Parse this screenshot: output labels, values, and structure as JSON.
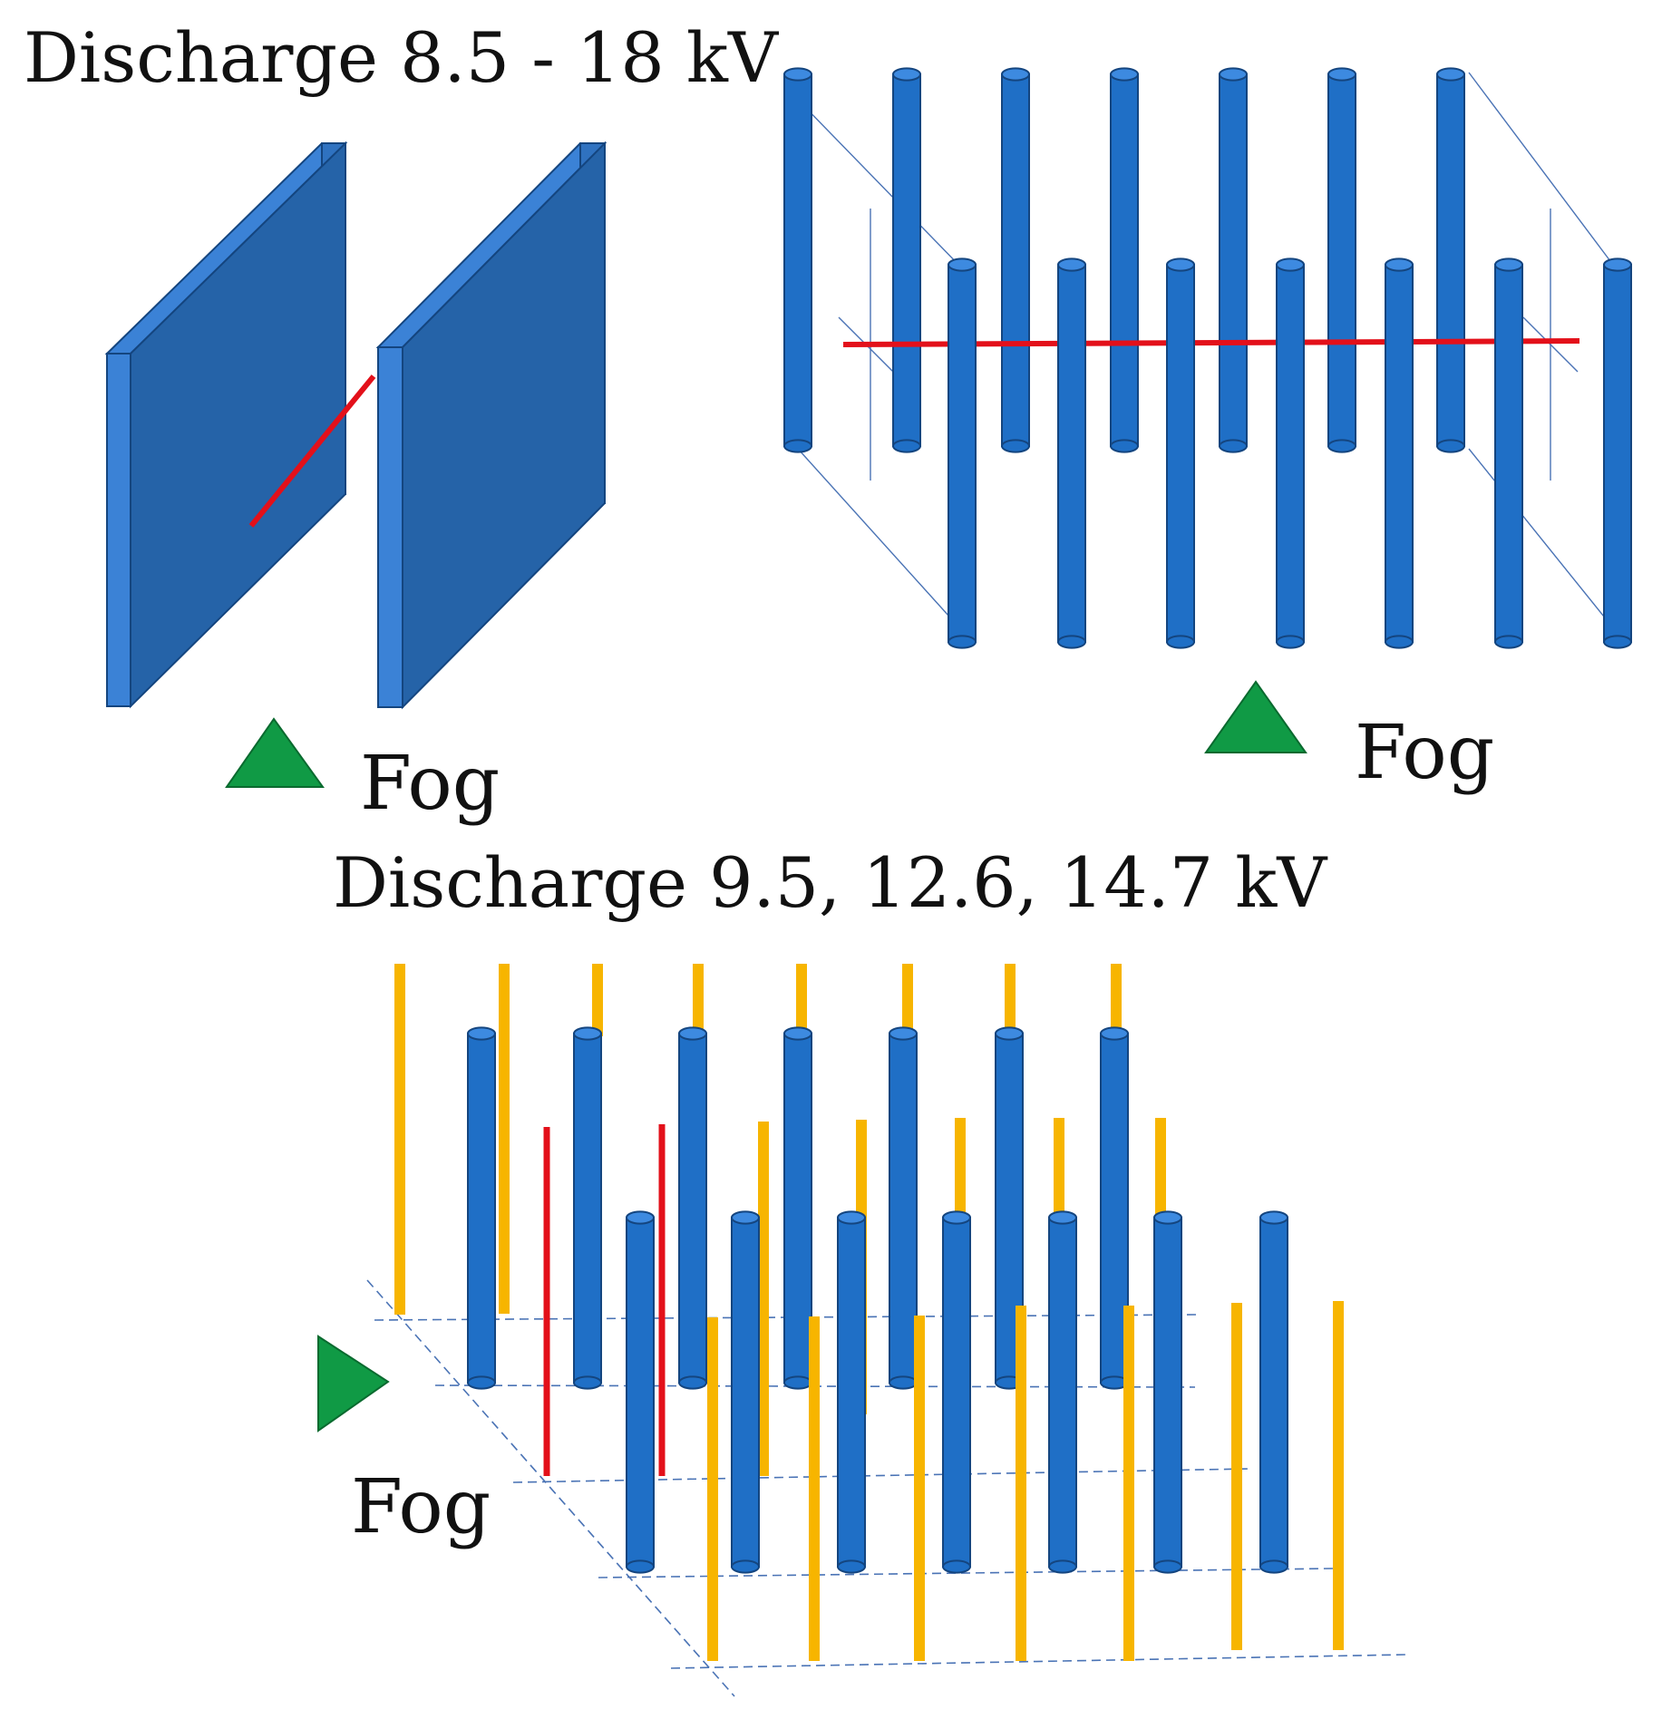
{
  "labels": {
    "top_title": "Discharge 8.5 - 18 kV",
    "bottom_title": "Discharge 9.5, 12.6, 14.7 kV",
    "fog_left": "Fog",
    "fog_right": "Fog",
    "fog_bottom": "Fog"
  },
  "colors": {
    "electrode_blue": "#1f6fc6",
    "electrode_dark": "#14457f",
    "plate_face": "#2563a8",
    "plate_edge": "#3b82d6",
    "discharge_red": "#e3101a",
    "collector_yellow": "#f7b500",
    "fog_marker_green": "#109a45",
    "guide_line": "#4a73b5"
  },
  "icons": {
    "fog_marker": "green-triangle-icon"
  }
}
